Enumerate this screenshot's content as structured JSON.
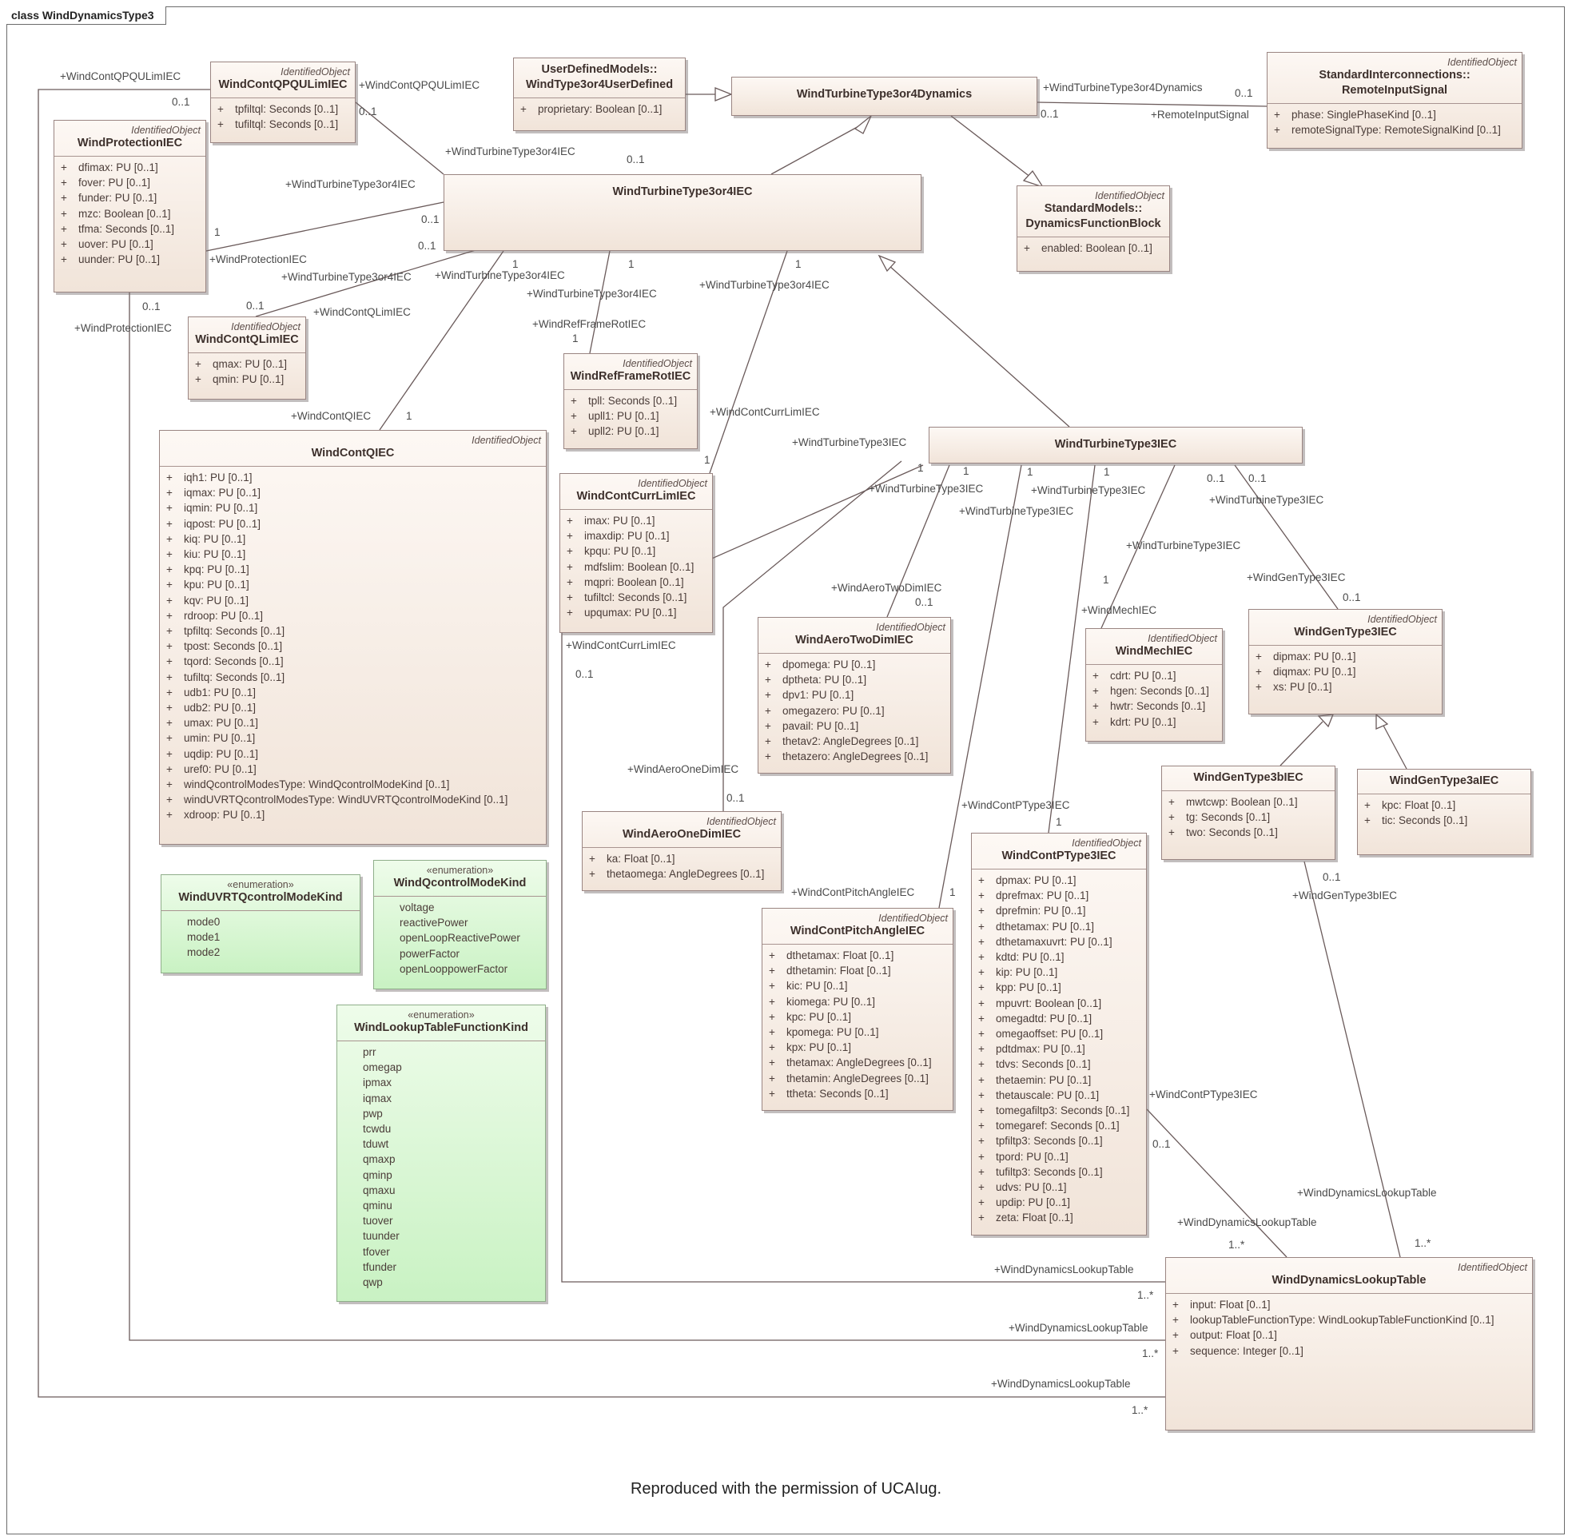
{
  "frame": {
    "title": "class WindDynamicsType3"
  },
  "caption": "Reproduced with the permission of UCAIug.",
  "classes": {
    "qpqu": {
      "stereotype": "IdentifiedObject",
      "name": "WindContQPQULimIEC",
      "attrs": [
        "tpfiltql: Seconds [0..1]",
        "tufiltql: Seconds [0..1]"
      ]
    },
    "udm": {
      "stereotype": "",
      "name": "UserDefinedModels::",
      "name2": "WindType3or4UserDefined",
      "attrs": [
        "proprietary: Boolean [0..1]"
      ]
    },
    "t34d": {
      "stereotype": "",
      "name": "WindTurbineType3or4Dynamics",
      "attrs": []
    },
    "ris": {
      "stereotype": "IdentifiedObject",
      "name": "StandardInterconnections::",
      "name2": "RemoteInputSignal",
      "attrs": [
        "phase: SinglePhaseKind [0..1]",
        "remoteSignalType: RemoteSignalKind [0..1]"
      ]
    },
    "prot": {
      "stereotype": "IdentifiedObject",
      "name": "WindProtectionIEC",
      "attrs": [
        "dfimax: PU [0..1]",
        "fover: PU [0..1]",
        "funder: PU [0..1]",
        "mzc: Boolean [0..1]",
        "tfma: Seconds [0..1]",
        "uover: PU [0..1]",
        "uunder: PU [0..1]"
      ]
    },
    "t34iec": {
      "stereotype": "",
      "name": "WindTurbineType3or4IEC",
      "attrs": []
    },
    "dfb": {
      "stereotype": "IdentifiedObject",
      "name": "StandardModels::",
      "name2": "DynamicsFunctionBlock",
      "attrs": [
        "enabled: Boolean [0..1]"
      ]
    },
    "qlim": {
      "stereotype": "IdentifiedObject",
      "name": "WindContQLimIEC",
      "attrs": [
        "qmax: PU [0..1]",
        "qmin: PU [0..1]"
      ]
    },
    "rfr": {
      "stereotype": "IdentifiedObject",
      "name": "WindRefFrameRotIEC",
      "attrs": [
        "tpll: Seconds [0..1]",
        "upll1: PU [0..1]",
        "upll2: PU [0..1]"
      ]
    },
    "qiec": {
      "stereotype": "IdentifiedObject",
      "name": "WindContQIEC",
      "attrs": [
        "iqh1: PU [0..1]",
        "iqmax: PU [0..1]",
        "iqmin: PU [0..1]",
        "iqpost: PU [0..1]",
        "kiq: PU [0..1]",
        "kiu: PU [0..1]",
        "kpq: PU [0..1]",
        "kpu: PU [0..1]",
        "kqv: PU [0..1]",
        "rdroop: PU [0..1]",
        "tpfiltq: Seconds [0..1]",
        "tpost: Seconds [0..1]",
        "tqord: Seconds [0..1]",
        "tufiltq: Seconds [0..1]",
        "udb1: PU [0..1]",
        "udb2: PU [0..1]",
        "umax: PU [0..1]",
        "umin: PU [0..1]",
        "uqdip: PU [0..1]",
        "uref0: PU [0..1]",
        "windQcontrolModesType: WindQcontrolModeKind [0..1]",
        "windUVRTQcontrolModesType: WindUVRTQcontrolModeKind [0..1]",
        "xdroop: PU [0..1]"
      ]
    },
    "curr": {
      "stereotype": "IdentifiedObject",
      "name": "WindContCurrLimIEC",
      "attrs": [
        "imax: PU [0..1]",
        "imaxdip: PU [0..1]",
        "kpqu: PU [0..1]",
        "mdfslim: Boolean [0..1]",
        "mqpri: Boolean [0..1]",
        "tufiltcl: Seconds [0..1]",
        "upqumax: PU [0..1]"
      ]
    },
    "t3iec": {
      "stereotype": "",
      "name": "WindTurbineType3IEC",
      "attrs": []
    },
    "aero2": {
      "stereotype": "IdentifiedObject",
      "name": "WindAeroTwoDimIEC",
      "attrs": [
        "dpomega: PU [0..1]",
        "dptheta: PU [0..1]",
        "dpv1: PU [0..1]",
        "omegazero: PU [0..1]",
        "pavail: PU [0..1]",
        "thetav2: AngleDegrees [0..1]",
        "thetazero: AngleDegrees [0..1]"
      ]
    },
    "mech": {
      "stereotype": "IdentifiedObject",
      "name": "WindMechIEC",
      "attrs": [
        "cdrt: PU [0..1]",
        "hgen: Seconds [0..1]",
        "hwtr: Seconds [0..1]",
        "kdrt: PU [0..1]"
      ]
    },
    "gen3": {
      "stereotype": "IdentifiedObject",
      "name": "WindGenType3IEC",
      "attrs": [
        "dipmax: PU [0..1]",
        "diqmax: PU [0..1]",
        "xs: PU [0..1]"
      ]
    },
    "gen3b": {
      "stereotype": "",
      "name": "WindGenType3bIEC",
      "attrs": [
        "mwtcwp: Boolean [0..1]",
        "tg: Seconds [0..1]",
        "two: Seconds [0..1]"
      ]
    },
    "gen3a": {
      "stereotype": "",
      "name": "WindGenType3aIEC",
      "attrs": [
        "kpc: Float [0..1]",
        "tic: Seconds [0..1]"
      ]
    },
    "aero1": {
      "stereotype": "IdentifiedObject",
      "name": "WindAeroOneDimIEC",
      "attrs": [
        "ka: Float [0..1]",
        "thetaomega: AngleDegrees [0..1]"
      ]
    },
    "pitch": {
      "stereotype": "IdentifiedObject",
      "name": "WindContPitchAngleIEC",
      "attrs": [
        "dthetamax: Float [0..1]",
        "dthetamin: Float [0..1]",
        "kic: PU [0..1]",
        "kiomega: PU [0..1]",
        "kpc: PU [0..1]",
        "kpomega: PU [0..1]",
        "kpx: PU [0..1]",
        "thetamax: AngleDegrees [0..1]",
        "thetamin: AngleDegrees [0..1]",
        "ttheta: Seconds [0..1]"
      ]
    },
    "ptype3": {
      "stereotype": "IdentifiedObject",
      "name": "WindContPType3IEC",
      "attrs": [
        "dpmax: PU [0..1]",
        "dprefmax: PU [0..1]",
        "dprefmin: PU [0..1]",
        "dthetamax: PU [0..1]",
        "dthetamaxuvrt: PU [0..1]",
        "kdtd: PU [0..1]",
        "kip: PU [0..1]",
        "kpp: PU [0..1]",
        "mpuvrt: Boolean [0..1]",
        "omegadtd: PU [0..1]",
        "omegaoffset: PU [0..1]",
        "pdtdmax: PU [0..1]",
        "tdvs: Seconds [0..1]",
        "thetaemin: PU [0..1]",
        "thetauscale: PU [0..1]",
        "tomegafiltp3: Seconds [0..1]",
        "tomegaref: Seconds [0..1]",
        "tpfiltp3: Seconds [0..1]",
        "tpord: PU [0..1]",
        "tufiltp3: Seconds [0..1]",
        "udvs: PU [0..1]",
        "updip: PU [0..1]",
        "zeta: Float [0..1]"
      ]
    },
    "lut": {
      "stereotype": "IdentifiedObject",
      "name": "WindDynamicsLookupTable",
      "attrs": [
        "input: Float [0..1]",
        "lookupTableFunctionType: WindLookupTableFunctionKind [0..1]",
        "output: Float [0..1]",
        "sequence: Integer [0..1]"
      ]
    },
    "enum_uvrt": {
      "stereotype": "«enumeration»",
      "name": "WindUVRTQcontrolModeKind",
      "attrs": [
        "mode0",
        "mode1",
        "mode2"
      ]
    },
    "enum_qc": {
      "stereotype": "«enumeration»",
      "name": "WindQcontrolModeKind",
      "attrs": [
        "voltage",
        "reactivePower",
        "openLoopReactivePower",
        "powerFactor",
        "openLooppowerFactor"
      ]
    },
    "enum_lut": {
      "stereotype": "«enumeration»",
      "name": "WindLookupTableFunctionKind",
      "attrs": [
        "prr",
        "omegap",
        "ipmax",
        "iqmax",
        "pwp",
        "tcwdu",
        "tduwt",
        "qmaxp",
        "qminp",
        "qmaxu",
        "qminu",
        "tuover",
        "tuunder",
        "tfover",
        "tfunder",
        "qwp"
      ]
    }
  },
  "labels": [
    "+WindContQPQULimIEC",
    "0..1",
    "+WindContQPQULimIEC",
    "0..1",
    "+WindTurbineType3or4IEC",
    "0..1",
    "+WindTurbineType3or4IEC",
    "1",
    "0..1",
    "0..1",
    "+WindProtectionIEC",
    "0..1",
    "+WindProtectionIEC",
    "+WindTurbineType3or4IEC",
    "+WindTurbineType3or4IEC",
    "1",
    "0..1",
    "+WindContQLimIEC",
    "+WindTurbineType3or4IEC",
    "1",
    "+WindRefFrameRotIEC",
    "1",
    "+WindTurbineType3or4IEC",
    "1",
    "+WindContQIEC",
    "1",
    "+WindContCurrLimIEC",
    "1",
    "+WindTurbineType3or4Dynamics",
    "0..1",
    "0..1",
    "+RemoteInputSignal",
    "+WindTurbineType3IEC",
    "1",
    "1",
    "1",
    "1",
    "+WindTurbineType3IEC",
    "+WindTurbineType3IEC",
    "+WindTurbineType3IEC",
    "0..1",
    "0..1",
    "+WindTurbineType3IEC",
    "+WindTurbineType3IEC",
    "+WindAeroTwoDimIEC",
    "0..1",
    "1",
    "+WindMechIEC",
    "+WindGenType3IEC",
    "0..1",
    "+WindContCurrLimIEC",
    "0..1",
    "+WindAeroOneDimIEC",
    "0..1",
    "+WindContPType3IEC",
    "1",
    "+WindContPitchAngleIEC",
    "1",
    "0..1",
    "+WindGenType3bIEC",
    "+WindContPType3IEC",
    "0..1",
    "+WindDynamicsLookupTable",
    "+WindDynamicsLookupTable",
    "1..*",
    "1..*",
    "+WindDynamicsLookupTable",
    "1..*",
    "+WindDynamicsLookupTable",
    "1..*",
    "+WindDynamicsLookupTable",
    "1..*"
  ]
}
